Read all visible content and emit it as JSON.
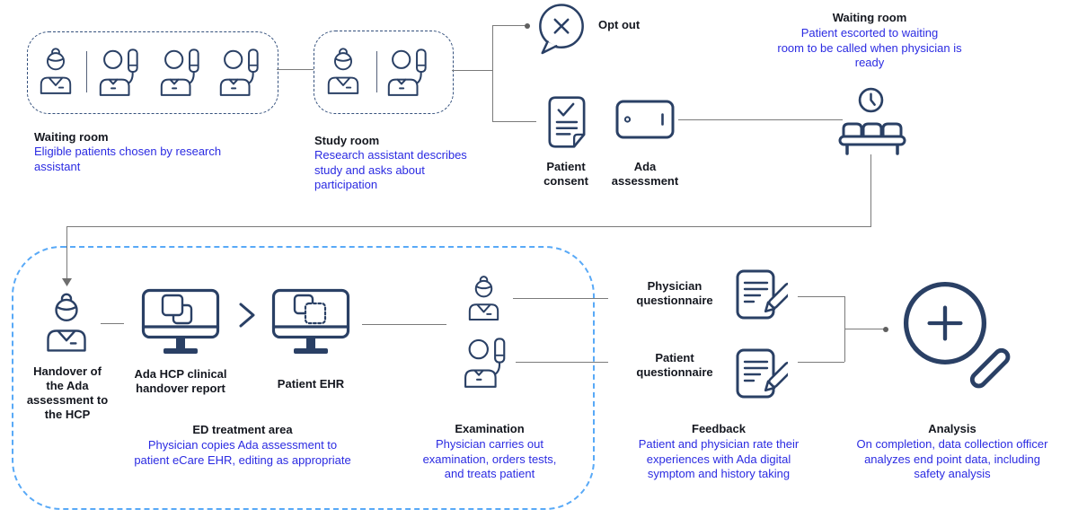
{
  "colors": {
    "icon_navy": "#2A4065",
    "navy_dash_border": "#35517D",
    "light_blue_dash_border": "#58A9F7",
    "blue_text": "#2B2BE2",
    "dark_text": "#14171F",
    "connector_gray": "#7A7A7A"
  },
  "nodes": {
    "waiting_room_left": {
      "title": "Waiting room",
      "desc": "Eligible patients chosen by research\nassistant"
    },
    "study_room": {
      "title": "Study room",
      "desc": "Research assistant describes\nstudy and asks about\nparticipation"
    },
    "opt_out_label": "Opt out",
    "patient_consent_label": "Patient\nconsent",
    "ada_assessment_label": "Ada\nassessment",
    "waiting_room_right": {
      "title": "Waiting room",
      "desc": "Patient escorted to waiting\nroom to be called when physician is\nready"
    },
    "handover_label": "Handover of\nthe Ada\nassessment to\nthe HCP",
    "ada_hcp_report_label": "Ada HCP clinical\nhandover report",
    "patient_ehr_label": "Patient EHR",
    "ed_treatment_area": {
      "title": "ED treatment area",
      "desc": "Physician copies Ada assessment to\npatient eCare EHR, editing as appropriate"
    },
    "examination": {
      "title": "Examination",
      "desc": "Physician carries out\nexamination, orders tests,\nand treats patient"
    },
    "physician_questionnaire_label": "Physician\nquestionnaire",
    "patient_questionnaire_label": "Patient\nquestionnaire",
    "feedback": {
      "title": "Feedback",
      "desc": "Patient and physician rate their\nexperiences with Ada digital\nsymptom and history taking"
    },
    "analysis": {
      "title": "Analysis",
      "desc": "On completion, data collection officer\nanalyzes end point data, including\nsafety analysis"
    }
  }
}
